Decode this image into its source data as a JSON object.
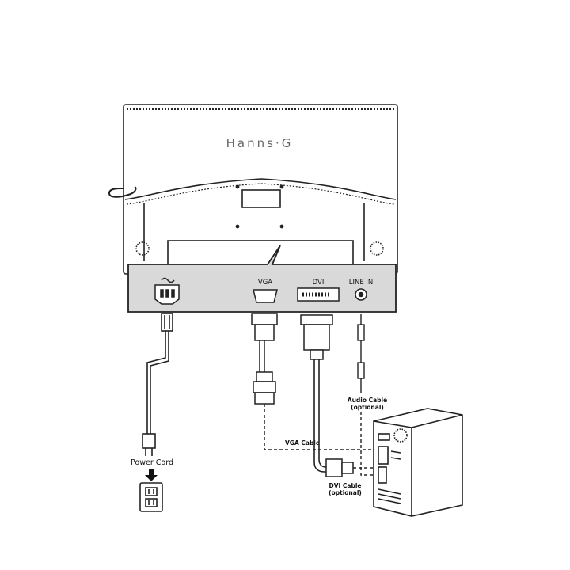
{
  "brand": {
    "logo_text": "Hanns·G"
  },
  "ports": {
    "vga": "VGA",
    "dvi": "DVI",
    "line_in": "LINE IN"
  },
  "cables": {
    "power": "Power Cord",
    "vga": "VGA Cable",
    "dvi_line1": "DVI Cable",
    "dvi_line2": "(optional)",
    "audio_line1": "Audio Cable",
    "audio_line2": "(optional)"
  },
  "colors": {
    "line": "#222222",
    "panel_fill": "#d9d9d9",
    "logo": "#666666"
  }
}
